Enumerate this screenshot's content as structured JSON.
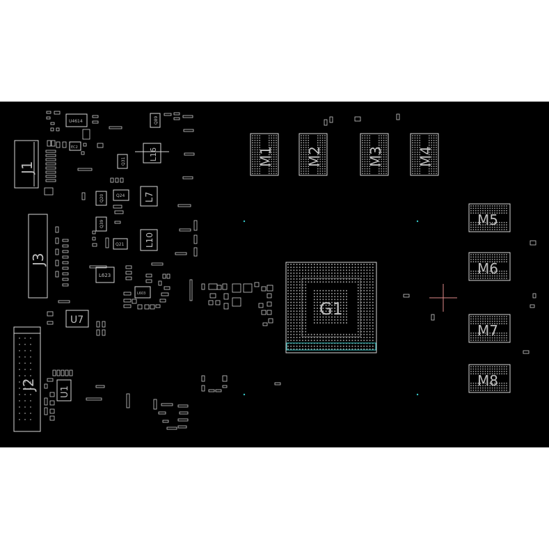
{
  "board": {
    "background_color": "#000000",
    "outline_color": "#d9d9d9",
    "highlight_color": "#35c6c6",
    "marker_color": "#e08a8a"
  },
  "components": {
    "connectors": [
      "J1",
      "J3",
      "J2"
    ],
    "memory": [
      "M1",
      "M2",
      "M3",
      "M4",
      "M5",
      "M6",
      "M7",
      "M8"
    ],
    "gpu": "G1",
    "chips": [
      "U7",
      "U1"
    ],
    "inductors": [
      "L16",
      "L7",
      "L10",
      "L623"
    ],
    "transistors": [
      "Q31",
      "Q20",
      "Q24",
      "Q39",
      "Q21"
    ],
    "small_ics": [
      "U4614",
      "Q89",
      "EC2",
      "L603"
    ]
  }
}
